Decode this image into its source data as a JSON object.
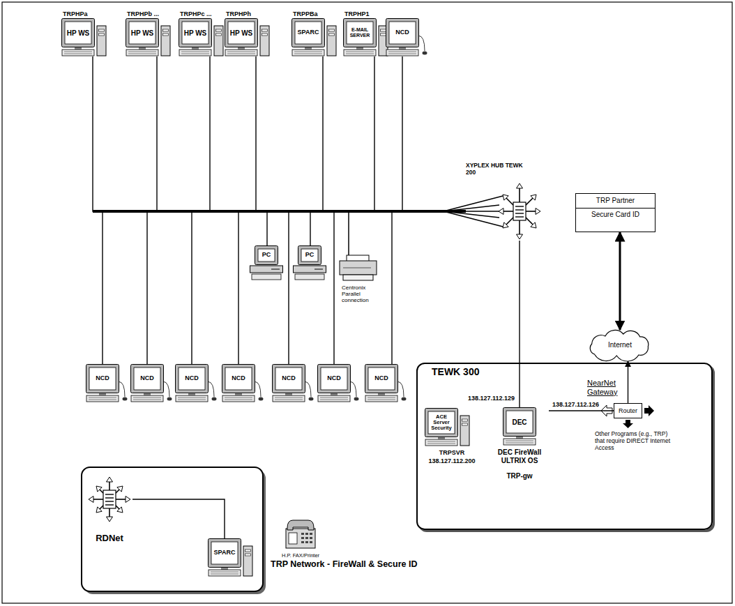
{
  "diagram": {
    "title": "TRP Network - FireWall & Secure ID",
    "nodes": [
      {
        "text": [
          "TRPHPa",
          "HP WS"
        ]
      },
      {
        "text": [
          "TRPHPb ...",
          "HP WS"
        ]
      },
      {
        "text": [
          "TRPHPc ...",
          "HP WS"
        ]
      },
      {
        "text": [
          "TRPHPh",
          "HP WS"
        ]
      },
      {
        "text": [
          "TRPPBa",
          "SPARC"
        ]
      },
      {
        "text": [
          "TRPHP1",
          "E-MAIL SERVER"
        ]
      },
      {
        "text": [
          "NCD"
        ]
      },
      {
        "text": [
          "XYPLEX HUB TEWK 200"
        ]
      },
      {
        "text": [
          "TRP Partner",
          "Secure Card ID"
        ]
      },
      {
        "text": [
          "PC"
        ]
      },
      {
        "text": [
          "PC"
        ]
      },
      {
        "text": [
          "Internet"
        ]
      },
      {
        "text": [
          "NCD"
        ]
      },
      {
        "text": [
          "NCD"
        ]
      },
      {
        "text": [
          "NCD"
        ]
      },
      {
        "text": [
          "NCD"
        ]
      },
      {
        "text": [
          "NCD"
        ]
      },
      {
        "text": [
          "NCD"
        ]
      },
      {
        "text": [
          "NCD"
        ]
      },
      {
        "text": [
          "TEWK 300"
        ]
      },
      {
        "text": [
          "ACE Server Security",
          "TRPSVR 138.127.112.200"
        ],
        "in": 19
      },
      {
        "text": [
          "DEC",
          "DEC FireWall ULTRIX OS",
          "TRP-gw"
        ],
        "in": 19
      },
      {
        "text": [
          "Router"
        ],
        "in": 19
      },
      {
        "text": [
          "RDNet"
        ]
      },
      {
        "text": [
          "SPARC"
        ]
      }
    ],
    "edges": [
      {
        "from": 0,
        "to": 7,
        "arrow": "none"
      },
      {
        "from": 1,
        "to": 7,
        "arrow": "none"
      },
      {
        "from": 2,
        "to": 7,
        "arrow": "none"
      },
      {
        "from": 3,
        "to": 7,
        "arrow": "none"
      },
      {
        "from": 4,
        "to": 7,
        "arrow": "none"
      },
      {
        "from": 5,
        "to": 7,
        "arrow": "none"
      },
      {
        "from": 6,
        "to": 7,
        "arrow": "none"
      },
      {
        "from": 9,
        "to": 7,
        "arrow": "none"
      },
      {
        "from": 10,
        "to": 7,
        "arrow": "none"
      },
      {
        "from": 12,
        "to": 7,
        "arrow": "none"
      },
      {
        "from": 13,
        "to": 7,
        "arrow": "none"
      },
      {
        "from": 14,
        "to": 7,
        "arrow": "none"
      },
      {
        "from": 15,
        "to": 7,
        "arrow": "none"
      },
      {
        "from": 16,
        "to": 7,
        "arrow": "none"
      },
      {
        "from": 17,
        "to": 7,
        "arrow": "none"
      },
      {
        "from": 18,
        "to": 7,
        "arrow": "none"
      },
      {
        "from": 7,
        "to": 21,
        "label": "138.127.112.129",
        "arrow": "none"
      },
      {
        "from": 21,
        "to": 22,
        "label": "138.127.112.126",
        "arrow": "none"
      },
      {
        "from": 22,
        "to": 11,
        "arrow": "to"
      },
      {
        "from": 8,
        "to": 11,
        "arrow": "both"
      },
      {
        "from": 23,
        "to": 24,
        "arrow": "none"
      }
    ],
    "labels": [
      "NearNet Gateway",
      "Other Programs (e.g., TRP) that require DIRECT Internet Access",
      "Centronix Parallel connection",
      "H.P. FAX/Printer"
    ]
  }
}
